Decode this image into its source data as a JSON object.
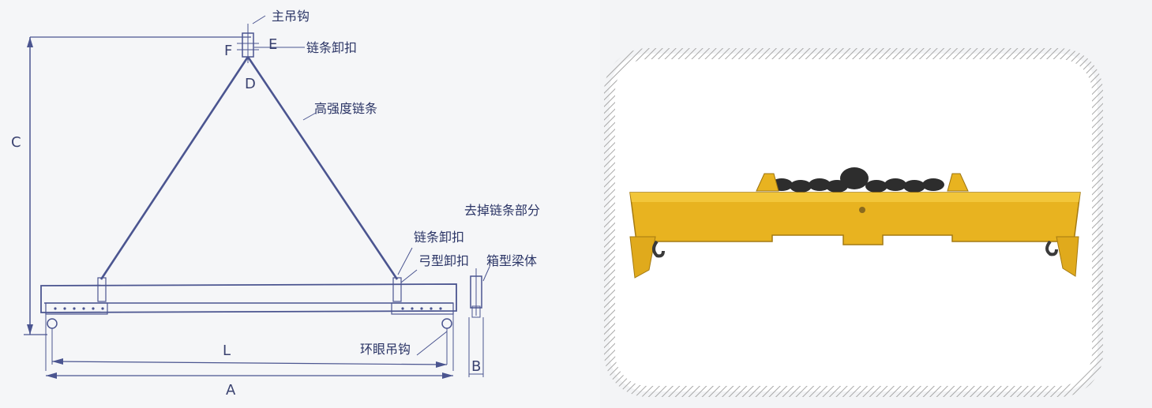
{
  "diagram": {
    "labels": {
      "main_hook": "主吊钩",
      "chain_shackle_top": "链条卸扣",
      "high_strength_chain": "高强度链条",
      "remove_chain_part": "去掉链条部分",
      "chain_shackle_bottom": "链条卸扣",
      "bow_shackle": "弓型卸扣",
      "box_beam": "箱型梁体",
      "eye_hook": "环眼吊钩"
    },
    "dimensions": {
      "F": "F",
      "E": "E",
      "D": "D",
      "C": "C",
      "L": "L",
      "A": "A",
      "B": "B"
    }
  },
  "photo": {
    "beam_color": "#e8b320",
    "frame_color": "#c9c9c9"
  }
}
